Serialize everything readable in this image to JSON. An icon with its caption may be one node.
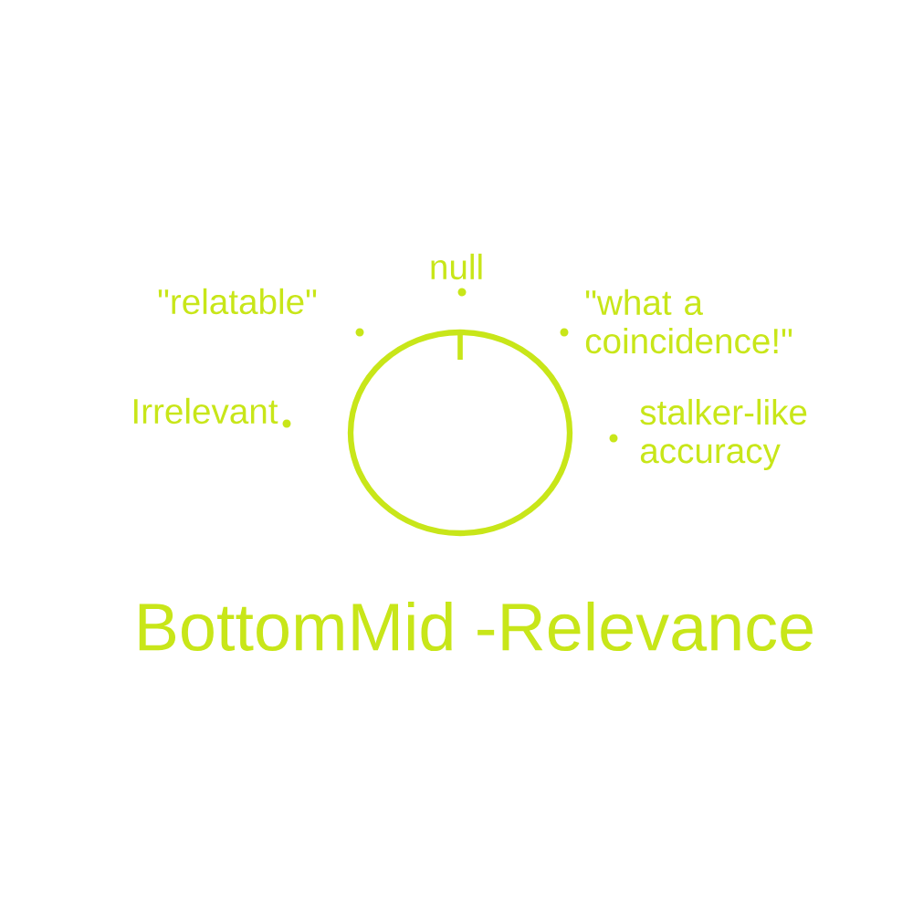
{
  "diagram": {
    "title": "BottomMid -Relevance",
    "nodes": [
      {
        "text": [],
        "shape": "circle"
      }
    ],
    "edges": [],
    "labels": [
      "\"relatable\"",
      "null",
      "\"what a coincidence!\"",
      "Irrelevant",
      "stalker-like accuracy"
    ]
  }
}
